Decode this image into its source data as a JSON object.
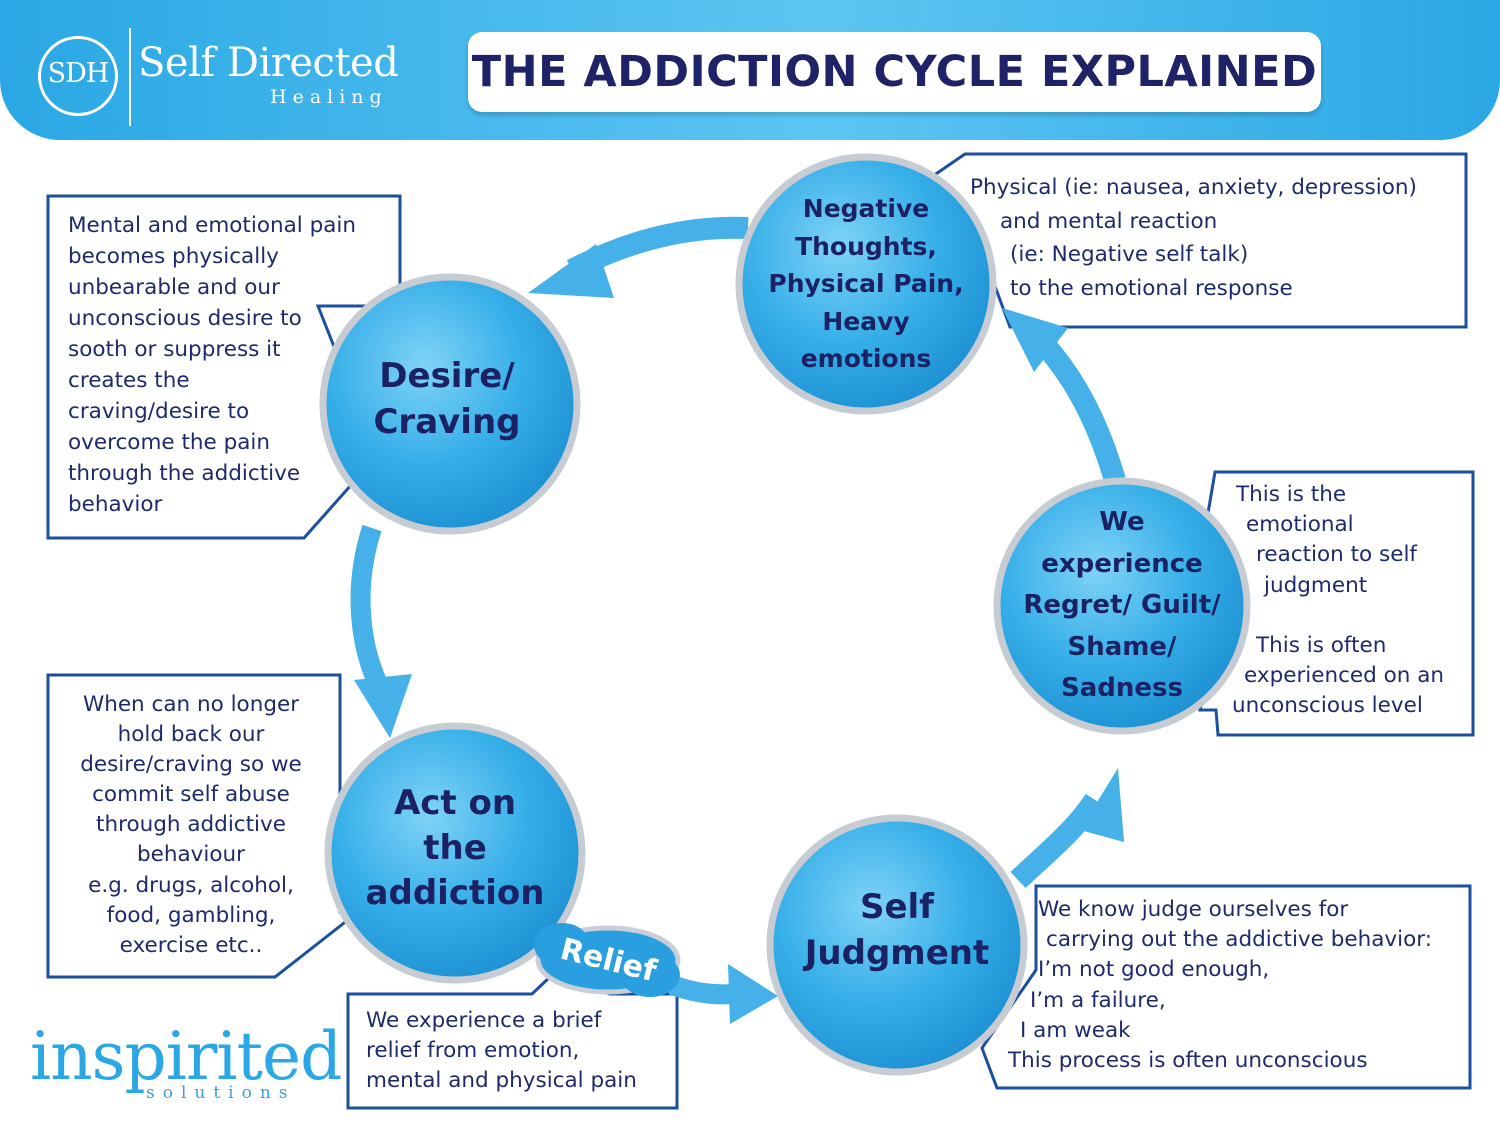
{
  "header": {
    "logo_initials": "SDH",
    "logo_name": "Self Directed",
    "logo_sub": "Healing",
    "title": "THE ADDICTION CYCLE EXPLAINED"
  },
  "nodes": {
    "negative": [
      "Negative",
      "Thoughts,",
      "Physical Pain,",
      "Heavy",
      "emotions"
    ],
    "desire": [
      "Desire/",
      "Craving"
    ],
    "regret": [
      "We",
      "experience",
      "Regret/ Guilt/",
      "Shame/",
      "Sadness"
    ],
    "act": [
      "Act on",
      "the",
      "addiction"
    ],
    "self": [
      "Self",
      "Judgment"
    ]
  },
  "relief_badge": "Relief",
  "callouts": {
    "desire": [
      "Mental and emotional pain",
      "becomes physically",
      "unbearable and our",
      "unconscious desire to",
      "sooth or suppress it",
      "creates the",
      "craving/desire to",
      "overcome the pain",
      "through the addictive",
      "behavior"
    ],
    "negative": [
      "Physical (ie: nausea, anxiety, depression)",
      "and mental reaction",
      "(ie: Negative self talk)",
      "to the emotional response"
    ],
    "regret": [
      "This is the",
      "emotional",
      "reaction to self",
      "judgment",
      "",
      "This is often",
      "experienced on an",
      "unconscious level"
    ],
    "act": [
      "When can no longer",
      "hold back our",
      "desire/craving so we",
      "commit self abuse",
      "through addictive",
      "behaviour",
      "e.g. drugs, alcohol,",
      "food, gambling,",
      "exercise etc.."
    ],
    "relief": [
      "We experience a brief",
      "relief from emotion,",
      "mental and physical pain"
    ],
    "self": [
      "We know judge ourselves for",
      "carrying out the addictive behavior:",
      "I’m not good enough,",
      "I’m a failure,",
      "I am weak",
      "This process is often unconscious"
    ]
  },
  "footer": {
    "logo": "inspirited",
    "sub": "solutions"
  },
  "colors": {
    "brand_blue": "#2aa7e4",
    "navy_text": "#1f2266",
    "box_border": "#1c4f9e"
  }
}
